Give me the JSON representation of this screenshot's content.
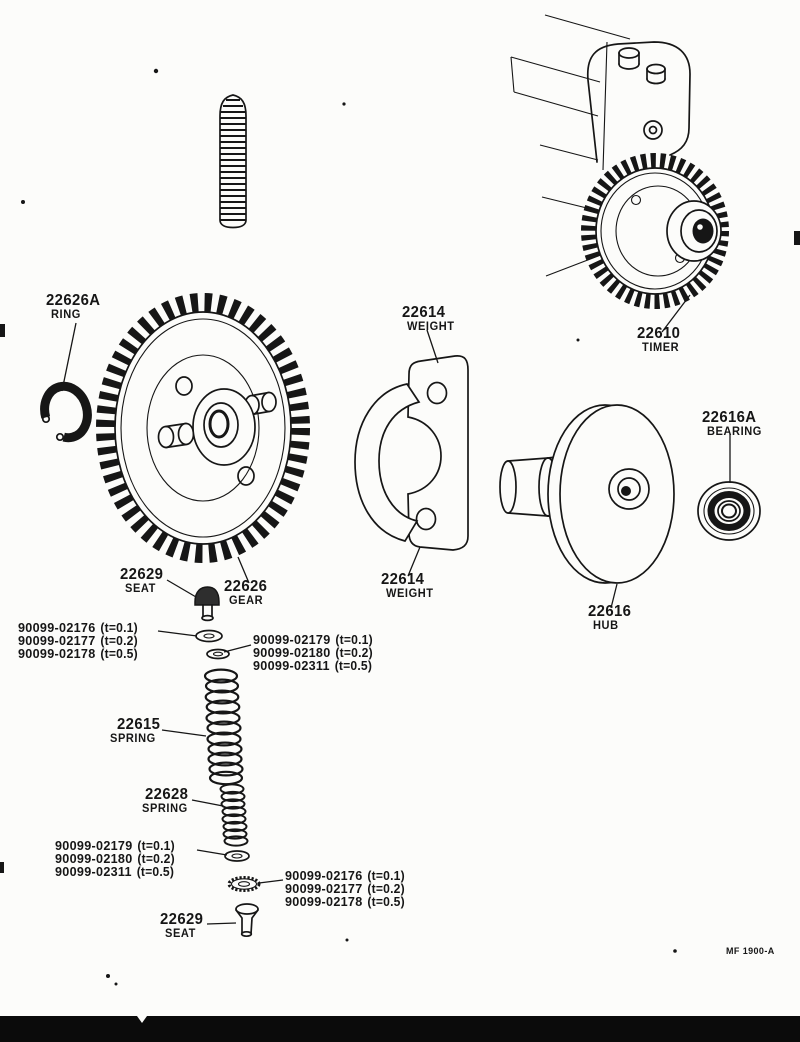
{
  "page": {
    "paper_color": "#fcfcfa",
    "ink_color": "#161616",
    "footer_code": "MF 1900-A"
  },
  "diagram": {
    "callouts": [
      {
        "part": "22626A",
        "name": "RING"
      },
      {
        "part": "22614",
        "name": "WEIGHT"
      },
      {
        "part": "22610",
        "name": "TIMER"
      },
      {
        "part": "22616A",
        "name": "BEARING"
      },
      {
        "part": "22629",
        "name": "SEAT"
      },
      {
        "part": "22626",
        "name": "GEAR"
      },
      {
        "part": "22614",
        "name": "WEIGHT"
      },
      {
        "part": "22616",
        "name": "HUB"
      },
      {
        "part": "22615",
        "name": "SPRING"
      },
      {
        "part": "22628",
        "name": "SPRING"
      },
      {
        "part": "22629",
        "name": "SEAT"
      }
    ],
    "shim_lists": [
      {
        "rows": [
          {
            "pn": "90099-02176",
            "t": "(t=0.1)"
          },
          {
            "pn": "90099-02177",
            "t": "(t=0.2)"
          },
          {
            "pn": "90099-02178",
            "t": "(t=0.5)"
          }
        ]
      },
      {
        "rows": [
          {
            "pn": "90099-02179",
            "t": "(t=0.1)"
          },
          {
            "pn": "90099-02180",
            "t": "(t=0.2)"
          },
          {
            "pn": "90099-02311",
            "t": "(t=0.5)"
          }
        ]
      },
      {
        "rows": [
          {
            "pn": "90099-02179",
            "t": "(t=0.1)"
          },
          {
            "pn": "90099-02180",
            "t": "(t=0.2)"
          },
          {
            "pn": "90099-02311",
            "t": "(t=0.5)"
          }
        ]
      },
      {
        "rows": [
          {
            "pn": "90099-02176",
            "t": "(t=0.1)"
          },
          {
            "pn": "90099-02177",
            "t": "(t=0.2)"
          },
          {
            "pn": "90099-02178",
            "t": "(t=0.5)"
          }
        ]
      }
    ]
  }
}
